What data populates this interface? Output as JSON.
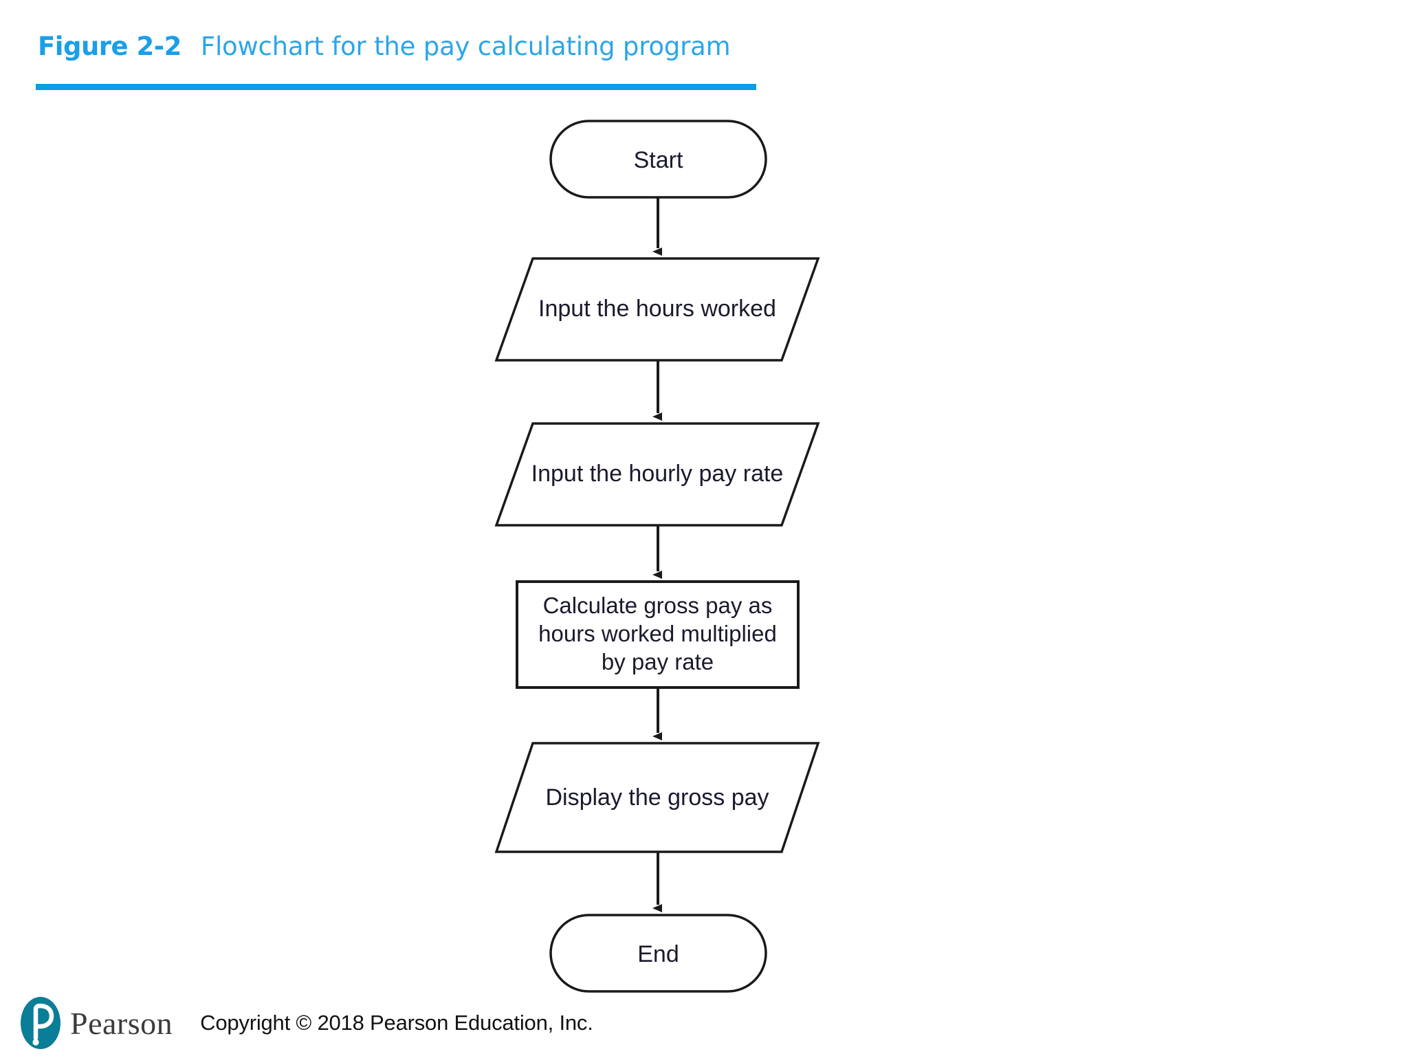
{
  "figure": {
    "label": "Figure 2-2",
    "title": "Flowchart for the pay calculating program",
    "accent_color": "#1A9FE8",
    "rule_color": "#0C9DE5"
  },
  "flowchart": {
    "stroke_color": "#1a1a1a",
    "fill_color": "#ffffff",
    "text_color": "#1a1a2e",
    "nodes": [
      {
        "id": "start",
        "shape": "terminator",
        "label": "Start"
      },
      {
        "id": "input1",
        "shape": "parallelogram",
        "label": "Input the hours worked"
      },
      {
        "id": "input2",
        "shape": "parallelogram",
        "label": "Input the hourly pay rate"
      },
      {
        "id": "process1",
        "shape": "rectangle",
        "label": "Calculate gross pay as\nhours worked multiplied\nby pay rate"
      },
      {
        "id": "output1",
        "shape": "parallelogram",
        "label": "Display the gross pay"
      },
      {
        "id": "end",
        "shape": "terminator",
        "label": "End"
      }
    ],
    "connectors": [
      {
        "from": "start",
        "to": "input1",
        "arrow": "down"
      },
      {
        "from": "input1",
        "to": "input2",
        "arrow": "down"
      },
      {
        "from": "input2",
        "to": "process1",
        "arrow": "down"
      },
      {
        "from": "process1",
        "to": "output1",
        "arrow": "down"
      },
      {
        "from": "output1",
        "to": "end",
        "arrow": "down"
      }
    ]
  },
  "footer": {
    "brand": "Pearson",
    "brand_color": "#0A7E96",
    "copyright": "Copyright © 2018 Pearson Education, Inc."
  }
}
